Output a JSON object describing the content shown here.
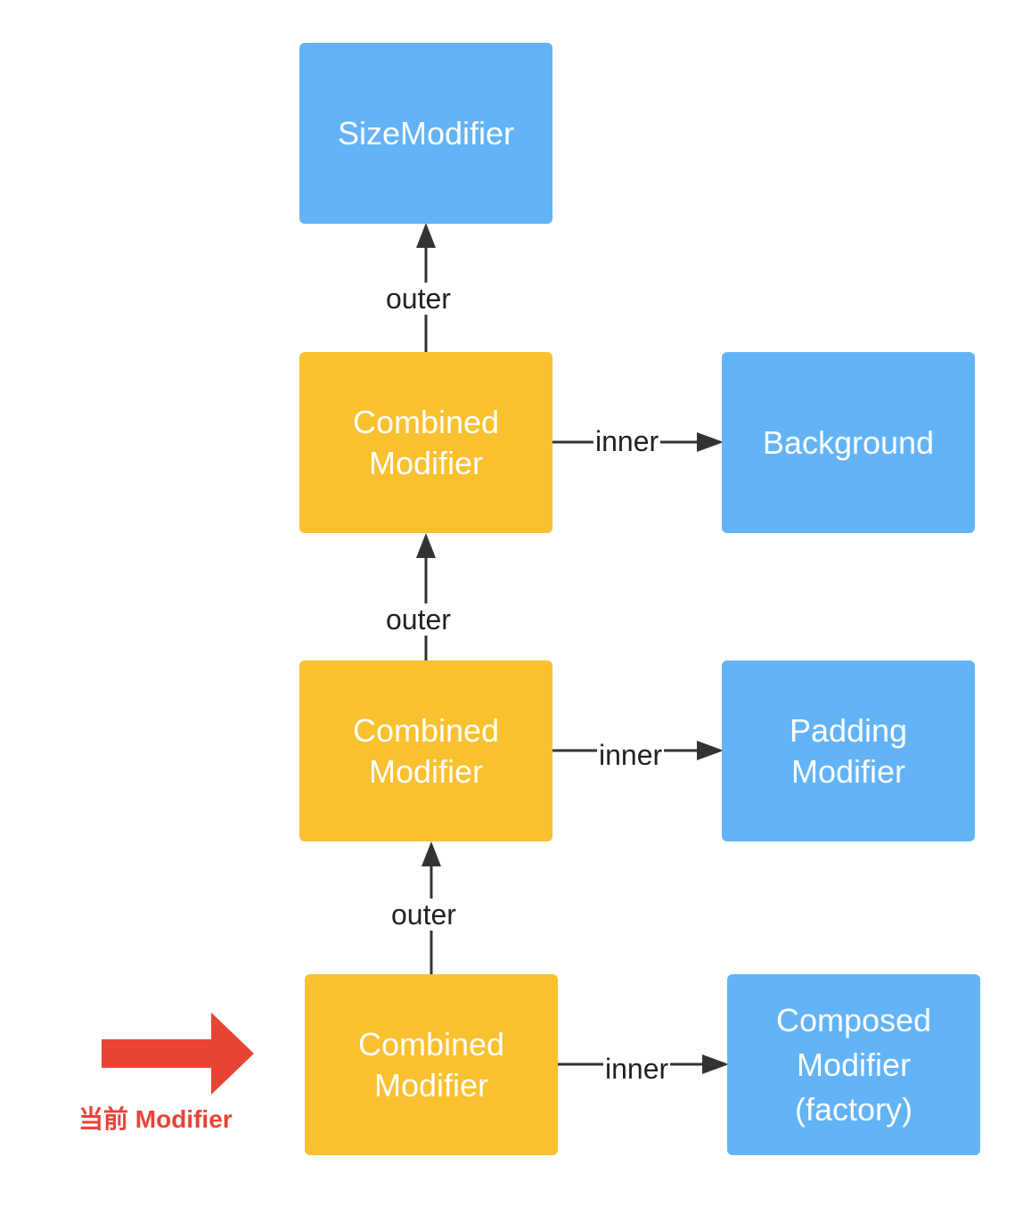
{
  "nodes": {
    "size_modifier": "SizeModifier",
    "combined_top": "Combined\nModifier",
    "combined_middle": "Combined\nModifier",
    "combined_bottom": "Combined\nModifier",
    "background": "Background",
    "padding_modifier": "Padding\nModifier",
    "composed_modifier": "Composed\nModifier\n(factory)"
  },
  "edges": {
    "outer_top": "outer",
    "outer_middle": "outer",
    "outer_bottom": "outer",
    "inner_top": "inner",
    "inner_middle": "inner",
    "inner_bottom": "inner"
  },
  "current_label": "当前 Modifier",
  "colors": {
    "blue_node": "#63b4f6",
    "yellow_node": "#f9c02f",
    "connector": "#333333",
    "pointer_arrow": "#e94335"
  }
}
